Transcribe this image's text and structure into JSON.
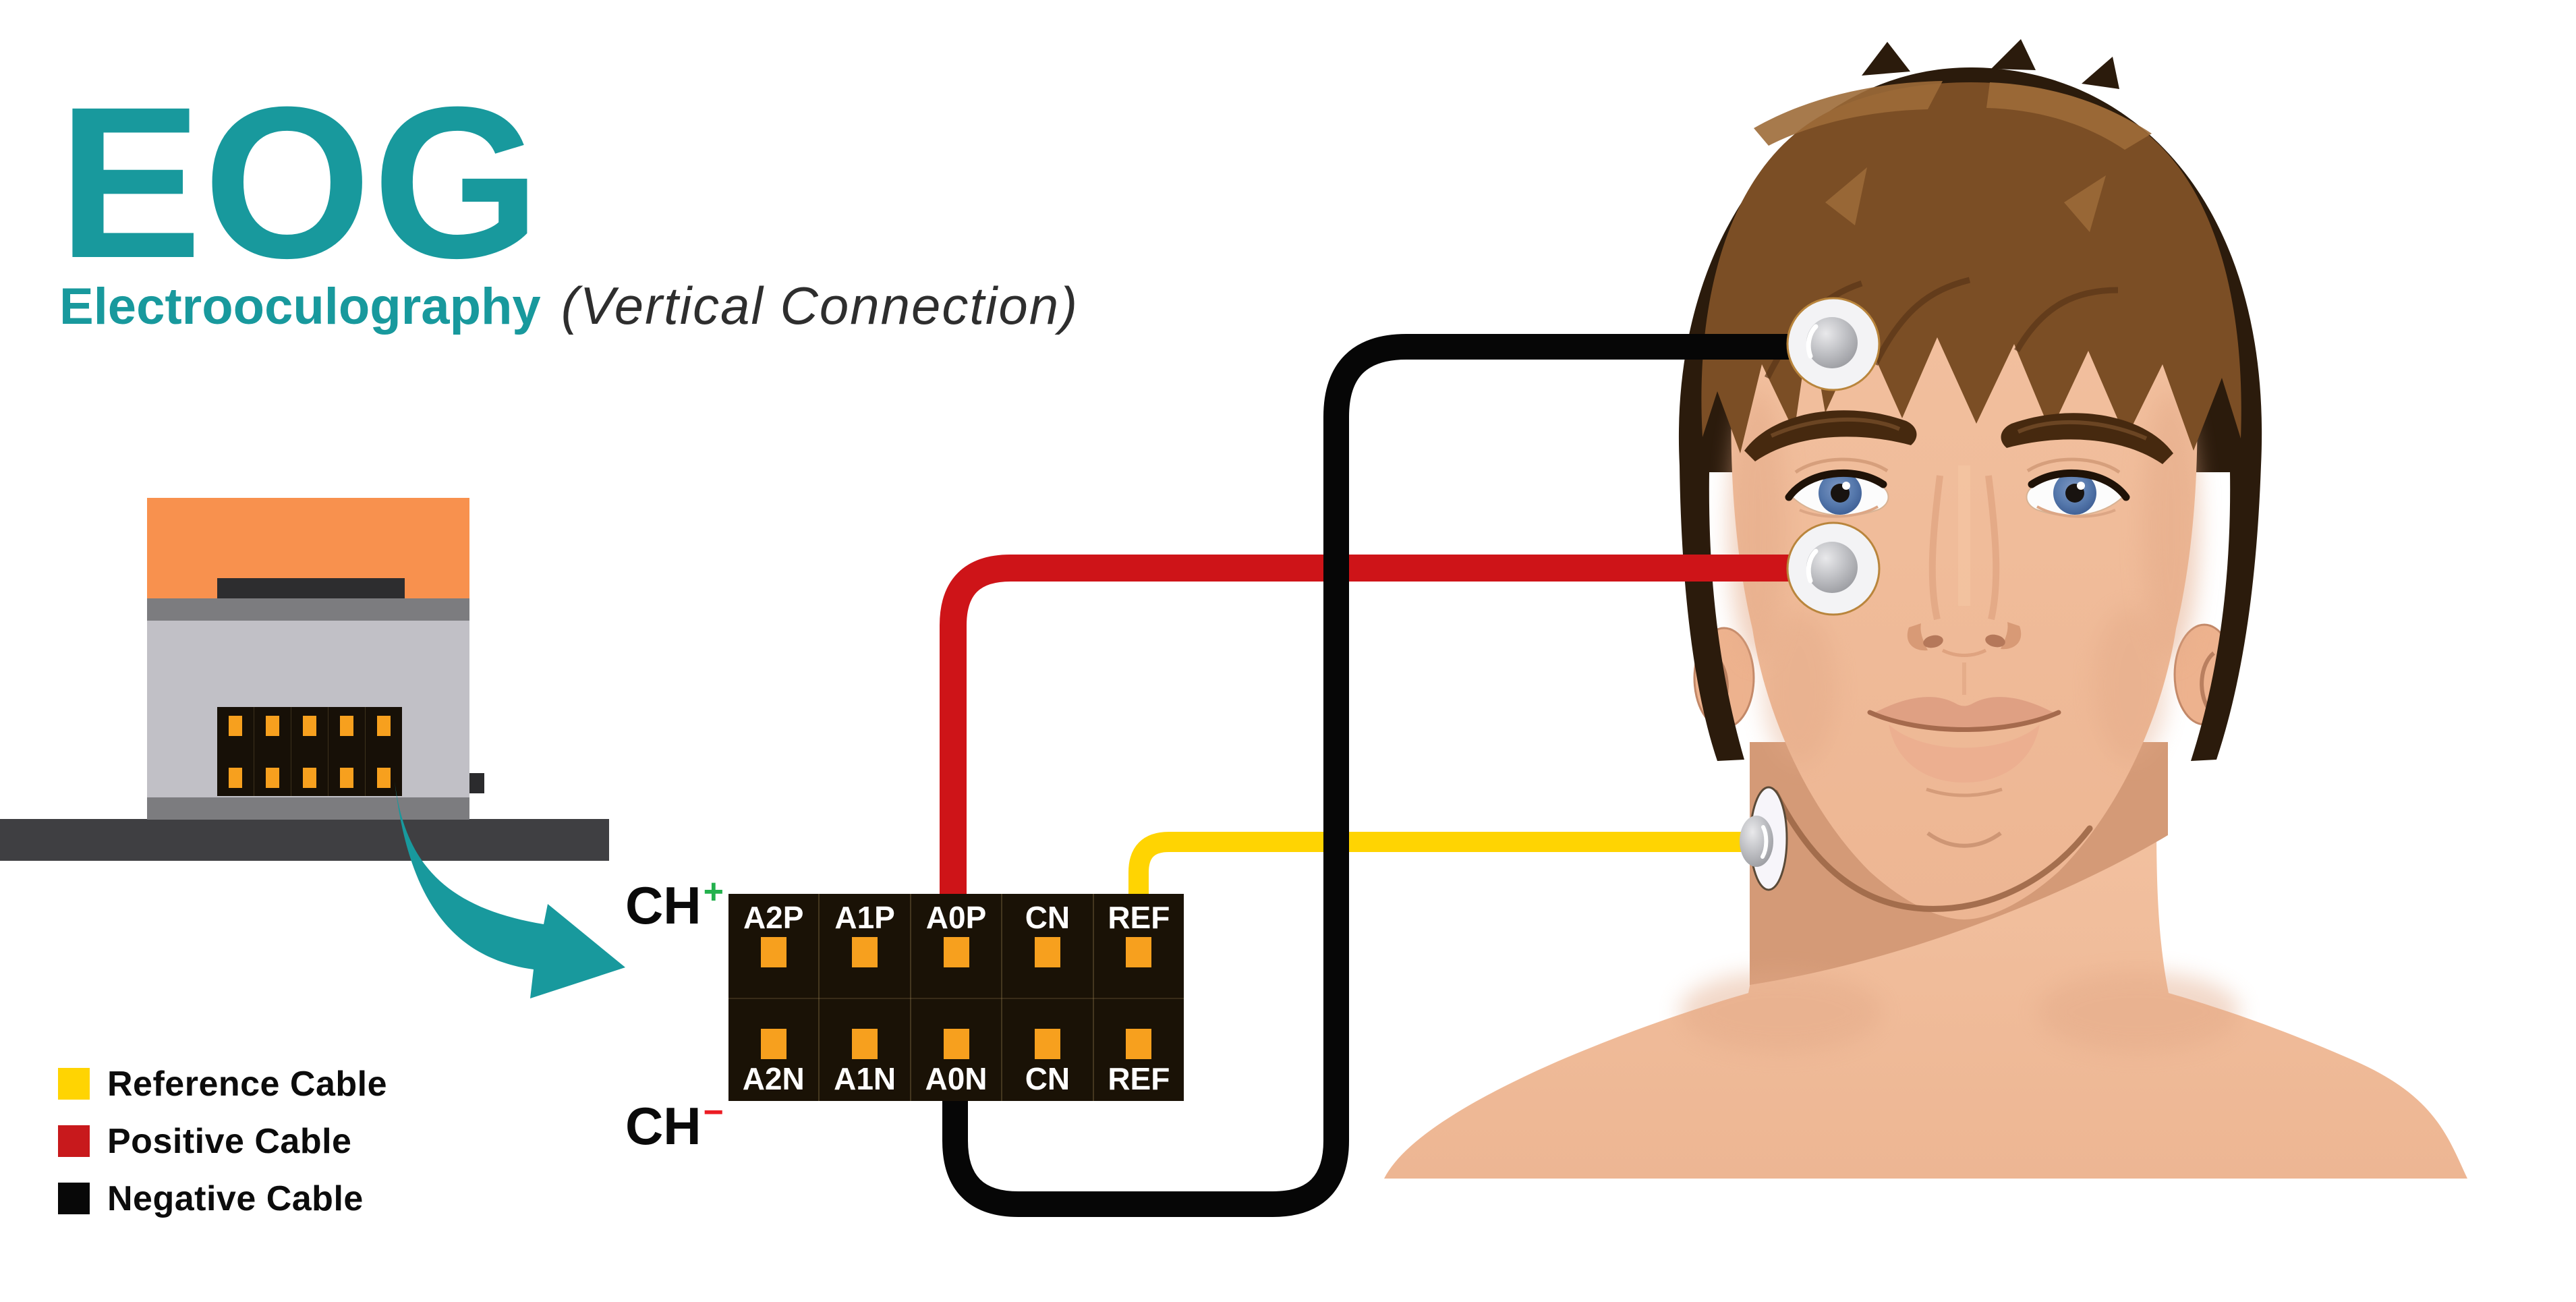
{
  "title": {
    "acronym": "EOG",
    "subtitle": "Electrooculography",
    "note": "(Vertical Connection)"
  },
  "channel_labels": {
    "positive": {
      "text": "CH",
      "sign": "+"
    },
    "negative": {
      "text": "CH",
      "sign": "−"
    }
  },
  "connector": {
    "top_pins": [
      "A2P",
      "A1P",
      "A0P",
      "CN",
      "REF"
    ],
    "bottom_pins": [
      "A2N",
      "A1N",
      "A0N",
      "CN",
      "REF"
    ]
  },
  "legend": {
    "items": [
      {
        "label": "Reference Cable",
        "color": "#FFD402"
      },
      {
        "label": "Positive Cable",
        "color": "#C8191C"
      },
      {
        "label": "Negative Cable",
        "color": "#080808"
      }
    ]
  },
  "colors": {
    "accent_teal": "#18999D",
    "title_note": "#2E2E2E",
    "positive_cable": "#CE1418",
    "negative_cable": "#060606",
    "reference_cable": "#FFD402",
    "pin_orange": "#F7A01E",
    "connector_body": "#1A1206",
    "plus_green": "#23B14D",
    "minus_red": "#EC1C24"
  }
}
